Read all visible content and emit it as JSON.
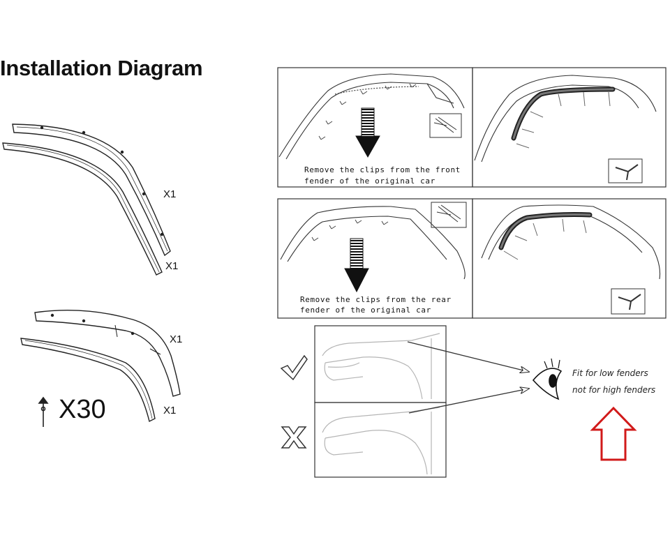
{
  "title": "Installation Diagram",
  "parts": {
    "front_flare_qty": "X1",
    "front_trim_qty": "X1",
    "rear_flare_qty": "X1",
    "rear_trim_qty": "X1",
    "clip_qty": "X30"
  },
  "steps": {
    "front_caption_line1": "Remove the clips from the front",
    "front_caption_line2": "fender of the original car",
    "rear_caption_line1": "Remove the clips from the rear",
    "rear_caption_line2": "fender of the original car"
  },
  "fit": {
    "note_line1": "Fit for low fenders",
    "note_line2": "not for high fenders",
    "arrow_color": "#d11a1a"
  }
}
